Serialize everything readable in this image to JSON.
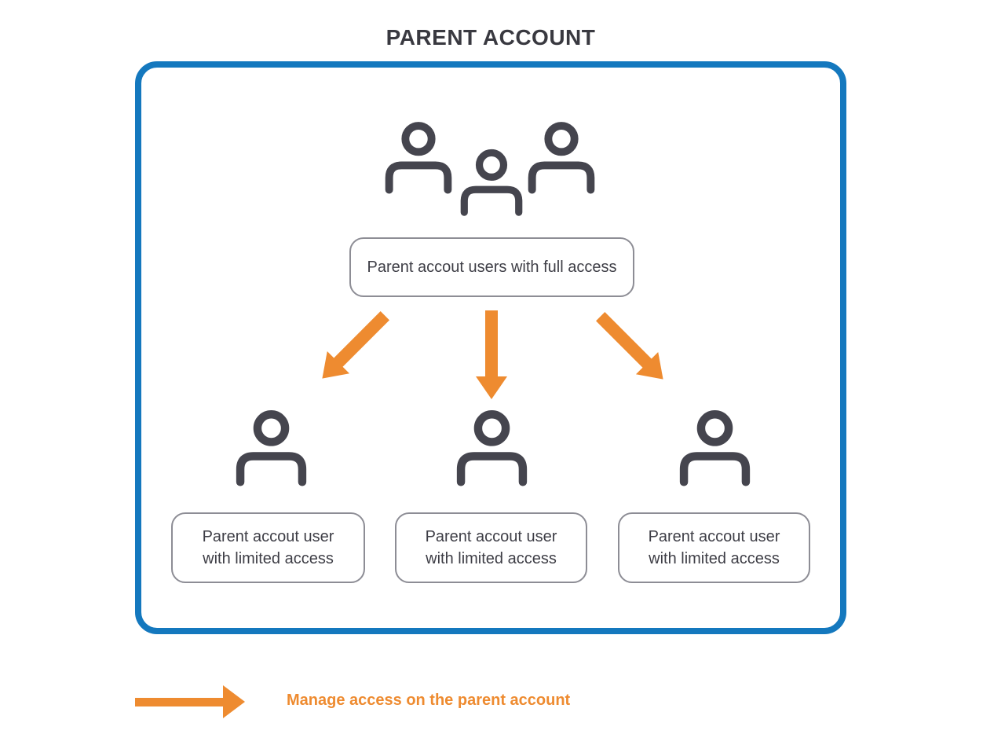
{
  "title": "PARENT ACCOUNT",
  "full_access_box": {
    "label": "Parent accout users with full access"
  },
  "limited_boxes": [
    {
      "line1": "Parent accout user",
      "line2": "with limited access"
    },
    {
      "line1": "Parent accout user",
      "line2": "with limited access"
    },
    {
      "line1": "Parent accout user",
      "line2": "with limited access"
    }
  ],
  "legend": {
    "label": "Manage access on the parent account"
  },
  "icons": {
    "top": "users-group-icon",
    "children": [
      "user-icon",
      "user-icon",
      "user-icon"
    ],
    "flow_arrows": [
      "down-left-arrow-icon",
      "down-arrow-icon",
      "down-right-arrow-icon"
    ],
    "legend_arrow": "right-arrow-icon"
  },
  "colors": {
    "accent_blue": "#1478BE",
    "accent_orange": "#EE8B30",
    "icon_gray": "#45454E",
    "box_border_gray": "#8D8D95",
    "text_dark": "#3E3E46"
  }
}
